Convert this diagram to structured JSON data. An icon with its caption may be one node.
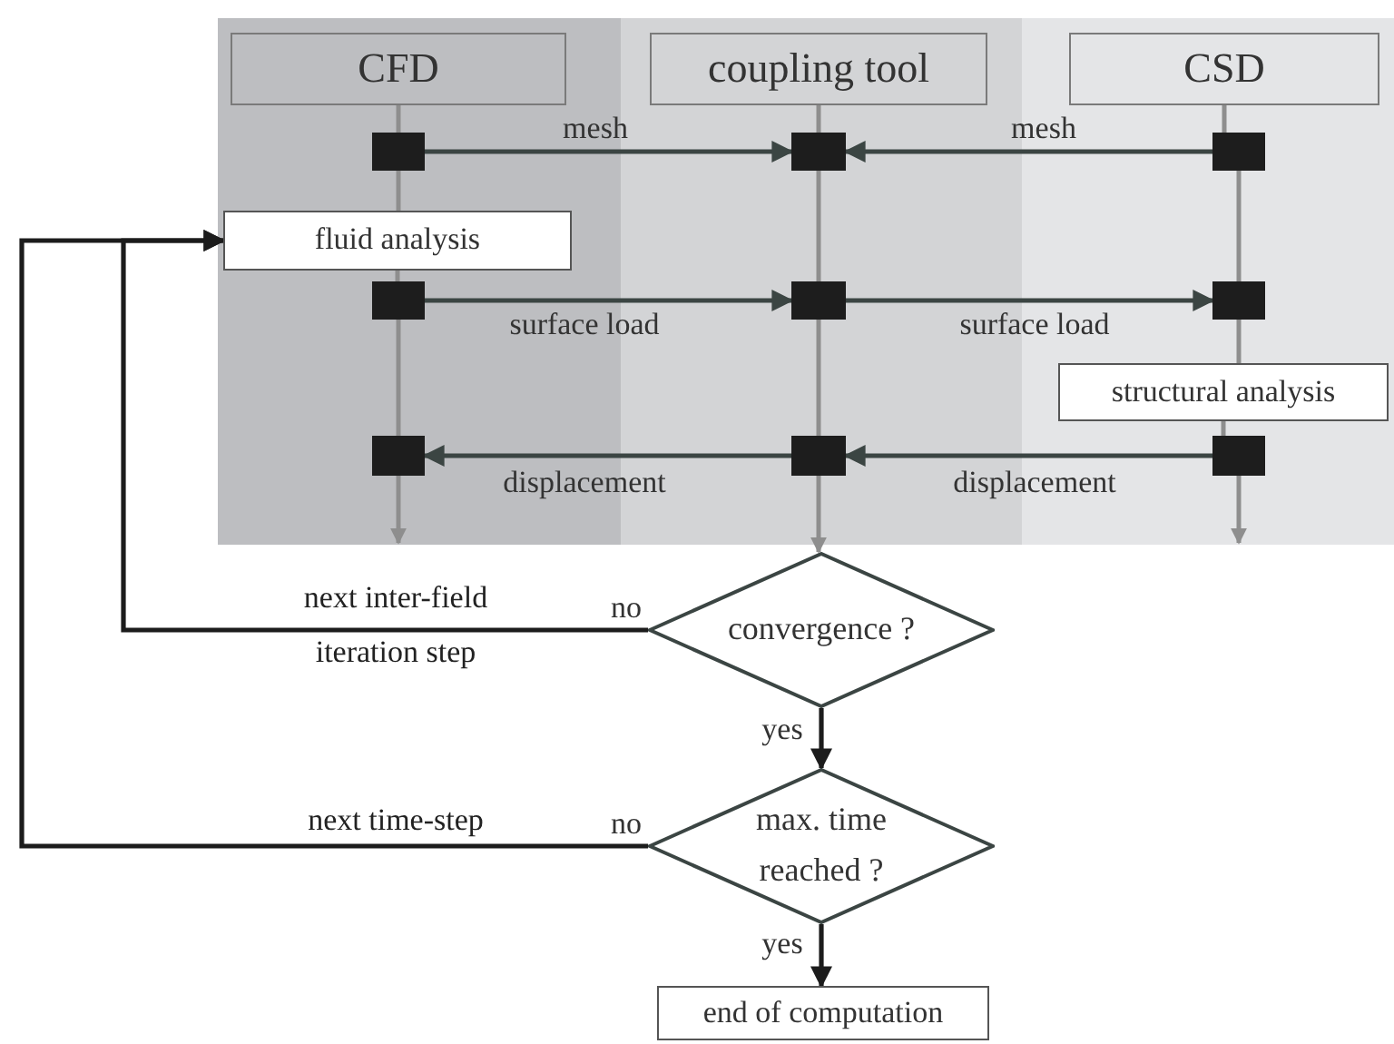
{
  "diagram": {
    "nodes": [
      {
        "text": [],
        "shape": "band"
      },
      {
        "text": [],
        "shape": "band"
      },
      {
        "text": [],
        "shape": "band"
      },
      {
        "text": [
          "CFD"
        ],
        "in": 0
      },
      {
        "text": [
          "coupling tool"
        ],
        "in": 1
      },
      {
        "text": [
          "CSD"
        ],
        "in": 2
      },
      {
        "text": [],
        "shape": "box",
        "in": 0
      },
      {
        "text": [],
        "shape": "box",
        "in": 1
      },
      {
        "text": [],
        "shape": "box",
        "in": 2
      },
      {
        "text": [
          "fluid analysis"
        ],
        "in": 0
      },
      {
        "text": [],
        "shape": "box",
        "in": 0
      },
      {
        "text": [],
        "shape": "box",
        "in": 1
      },
      {
        "text": [],
        "shape": "box",
        "in": 2
      },
      {
        "text": [
          "structural analysis"
        ],
        "in": 2
      },
      {
        "text": [],
        "shape": "box",
        "in": 0
      },
      {
        "text": [],
        "shape": "box",
        "in": 1
      },
      {
        "text": [],
        "shape": "box",
        "in": 2
      },
      {
        "text": [
          "convergence ?"
        ]
      },
      {
        "text": [
          "max. time reached ?"
        ]
      },
      {
        "text": [
          "end of computation"
        ]
      }
    ],
    "edges": [
      {
        "from": 6,
        "to": 7,
        "arrow": "to",
        "label": "mesh",
        "color": "#3b4543"
      },
      {
        "from": 8,
        "to": 7,
        "arrow": "to",
        "label": "mesh",
        "color": "#3b4543"
      },
      {
        "from": 10,
        "to": 11,
        "arrow": "to",
        "label": "surface load",
        "color": "#3b4543"
      },
      {
        "from": 11,
        "to": 12,
        "arrow": "to",
        "label": "surface load",
        "color": "#3b4543"
      },
      {
        "from": 16,
        "to": 15,
        "arrow": "to",
        "label": "displacement",
        "color": "#3b4543"
      },
      {
        "from": 15,
        "to": 14,
        "arrow": "to",
        "label": "displacement",
        "color": "#3b4543"
      },
      {
        "from": 3,
        "to": 6,
        "arrow": "none"
      },
      {
        "from": 6,
        "to": 9,
        "arrow": "none"
      },
      {
        "from": 9,
        "to": 10,
        "arrow": "none"
      },
      {
        "from": 10,
        "to": 14,
        "arrow": "none"
      },
      {
        "from": 14,
        "to": 0,
        "arrow": "to"
      },
      {
        "from": 4,
        "to": 7,
        "arrow": "none"
      },
      {
        "from": 7,
        "to": 11,
        "arrow": "none"
      },
      {
        "from": 11,
        "to": 15,
        "arrow": "none"
      },
      {
        "from": 15,
        "to": 17,
        "arrow": "to"
      },
      {
        "from": 5,
        "to": 8,
        "arrow": "none"
      },
      {
        "from": 8,
        "to": 12,
        "arrow": "none"
      },
      {
        "from": 12,
        "to": 13,
        "arrow": "none"
      },
      {
        "from": 13,
        "to": 16,
        "arrow": "none"
      },
      {
        "from": 16,
        "to": 2,
        "arrow": "to"
      },
      {
        "from": 17,
        "to": 18,
        "arrow": "to",
        "label": "yes",
        "color": "#1c1c1c"
      },
      {
        "from": 18,
        "to": 19,
        "arrow": "to",
        "label": "yes",
        "color": "#1c1c1c"
      },
      {
        "from": 17,
        "to": 9,
        "arrow": "to",
        "label": "no",
        "color": "#1c1c1c"
      },
      {
        "from": 18,
        "to": 9,
        "arrow": "to",
        "label": "no",
        "color": "#1c1c1c"
      }
    ],
    "labels": [
      "next inter-field iteration step",
      "next time-step"
    ]
  }
}
